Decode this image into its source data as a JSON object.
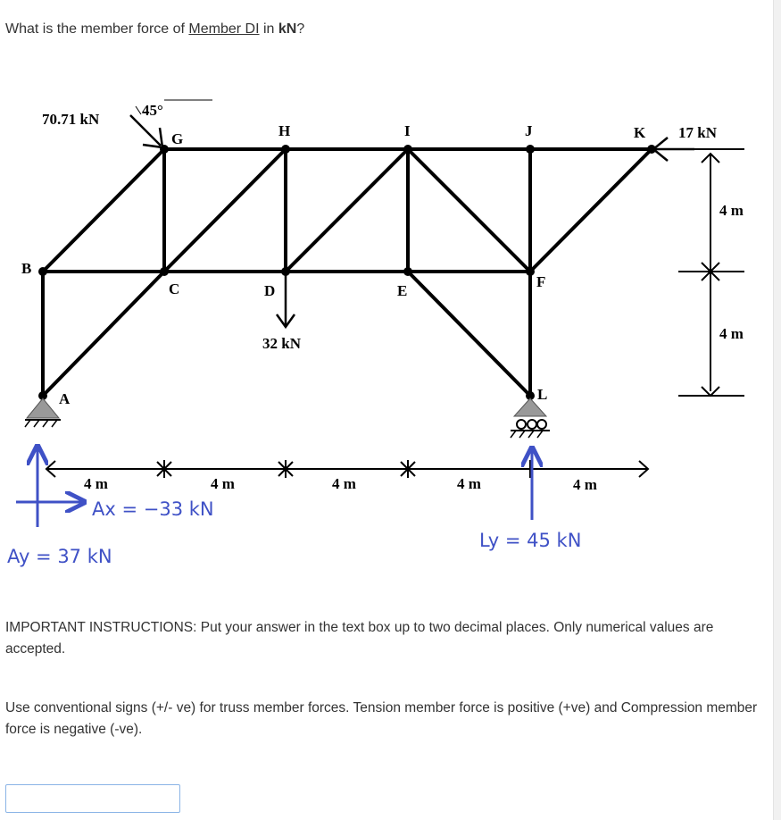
{
  "question": {
    "prefix": "What is the member force of ",
    "member": "Member DI",
    "mid": " in ",
    "unit": "kN",
    "suffix": "?"
  },
  "diagram": {
    "nodes": {
      "A": "A",
      "B": "B",
      "C": "C",
      "D": "D",
      "E": "E",
      "F": "F",
      "G": "G",
      "H": "H",
      "I": "I",
      "J": "J",
      "K": "K",
      "L": "L"
    },
    "loads": {
      "inclined": "70.71 kN",
      "angle": "45°",
      "horizontal": "17 kN",
      "vertical": "32 kN"
    },
    "dimensions": {
      "span1": "4 m",
      "span2": "4 m",
      "span3": "4 m",
      "span4": "4 m",
      "span5": "4 m",
      "height_top": "4 m",
      "height_bottom": "4 m"
    },
    "reactions": {
      "ax": "Ax = −33 kN",
      "ay": "Ay = 37 kN",
      "ly": "Ly = 45 kN"
    }
  },
  "instructions": {
    "p1": "IMPORTANT INSTRUCTIONS: Put your answer in the text box up to two decimal places. Only numerical values are accepted.",
    "p2": "Use conventional signs (+/- ve) for truss member forces. Tension member force is positive (+ve) and Compression member force is negative (-ve)."
  },
  "answer_box": {
    "value": ""
  }
}
